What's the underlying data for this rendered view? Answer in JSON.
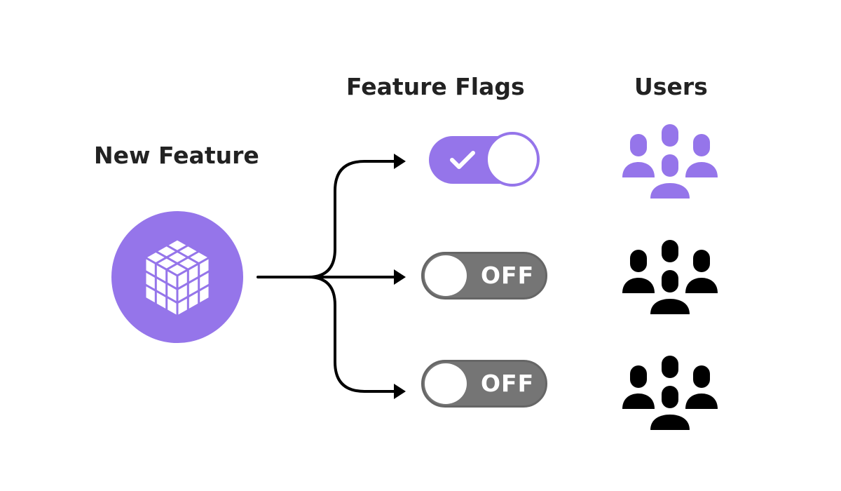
{
  "colors": {
    "accent": "#9575ea",
    "off_track": "#757575",
    "line": "#000000",
    "text": "#222222"
  },
  "source": {
    "title": "New Feature",
    "icon": "cube-grid-icon"
  },
  "flags_section": {
    "title": "Feature Flags",
    "flags": [
      {
        "state": "on",
        "icon": "checkmark-icon"
      },
      {
        "state": "off",
        "label": "OFF"
      },
      {
        "state": "off",
        "label": "OFF"
      }
    ]
  },
  "users_section": {
    "title": "Users",
    "groups": [
      {
        "icon": "user-group-icon",
        "color": "#9575ea"
      },
      {
        "icon": "user-group-icon",
        "color": "#000000"
      },
      {
        "icon": "user-group-icon",
        "color": "#000000"
      }
    ]
  }
}
